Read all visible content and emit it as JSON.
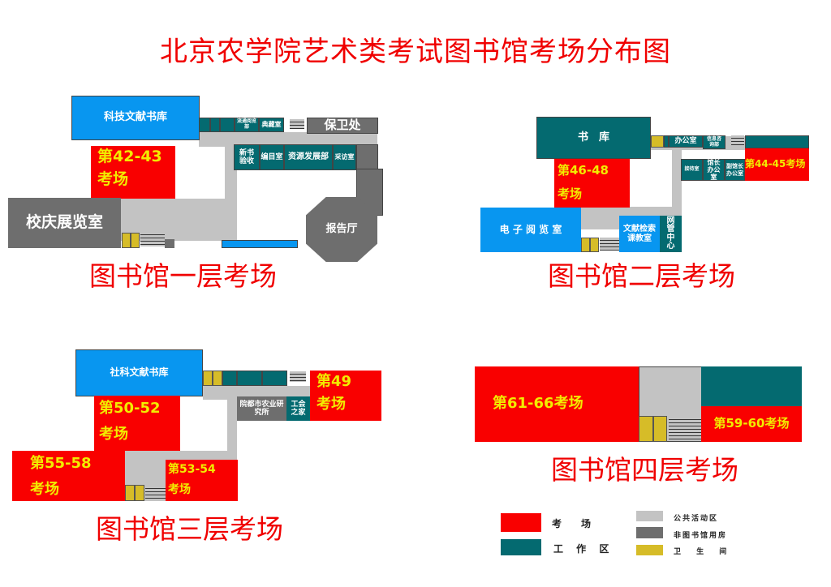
{
  "title": "北京农学院艺术类考试图书馆考场分布图",
  "floors": {
    "f1": {
      "title": "图书馆一层考场",
      "rooms": {
        "sci_library": "科技文献书库",
        "exam_42_43_line1": "第42-43",
        "exam_42_43_line2": "考场",
        "anniversary_hall": "校庆展览室",
        "circulation": "流通阅览部",
        "rare_books": "典藏室",
        "security": "保卫处",
        "new_books": "新书验收",
        "cataloging": "编目室",
        "resource_dev": "资源发展部",
        "acquisition": "采访室",
        "lecture_hall": "报告厅"
      }
    },
    "f2": {
      "title": "图书馆二层考场",
      "rooms": {
        "stacks": "书　库",
        "office": "办公室",
        "info_consult": "信息咨询部",
        "exam_46_48_line1": "第46-48",
        "exam_46_48_line2": "考场",
        "reception": "接待室",
        "director_office": "馆长办公室",
        "deputy_office": "副馆长办公室",
        "exam_44_45": "第44-45考场",
        "e_reading": "电 子 阅 览 室",
        "retrieval_classroom": "文献检索课教室",
        "network_center": "网管中心"
      }
    },
    "f3": {
      "title": "图书馆三层考场",
      "rooms": {
        "social_library": "社科文献书库",
        "exam_49_line1": "第49",
        "exam_49_line2": "考场",
        "exam_50_52_line1": "第50-52",
        "exam_50_52_line2": "考场",
        "urban_agri": "院都市农业研究所",
        "union_home": "工会之家",
        "exam_55_58_line1": "第55-58",
        "exam_55_58_line2": "考场",
        "exam_53_54_line1": "第53-54",
        "exam_53_54_line2": "考场"
      }
    },
    "f4": {
      "title": "图书馆四层考场",
      "rooms": {
        "exam_61_66": "第61-66考场",
        "exam_59_60": "第59-60考场"
      }
    }
  },
  "legend": [
    {
      "label": "考　场",
      "color": "#f90000"
    },
    {
      "label": "工 作 区",
      "color": "#046a70"
    },
    {
      "label": "公共活动区",
      "color": "#c3c3c3"
    },
    {
      "label": "非图书馆用房",
      "color": "#6e6e6e"
    },
    {
      "label": "卫 生 间",
      "color": "#d6bc28"
    }
  ]
}
